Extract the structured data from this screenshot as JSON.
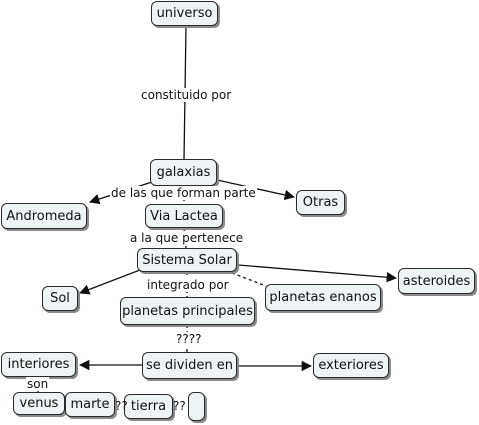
{
  "nodes": {
    "universo": "universo",
    "galaxias": "galaxias",
    "andromeda": "Andromeda",
    "via_lactea": "Via Lactea",
    "otras": "Otras",
    "sistema_solar": "Sistema Solar",
    "sol": "Sol",
    "planetas_enanos": "planetas enanos",
    "asteroides": "asteroides",
    "planetas_principales": "planetas principales",
    "se_dividen_en": "se dividen en",
    "interiores": "interiores",
    "exteriores": "exteriores",
    "venus": "venus",
    "marte": "marte",
    "tierra": "tierra",
    "empty": ""
  },
  "links": {
    "constituido_por": "constituido por",
    "de_las_que_forman_parte": "de las que forman parte",
    "a_la_que_pertenece": "a la que pertenece",
    "integrado_por": "integrado por",
    "question_marks": "????",
    "son": "son",
    "q1": "??",
    "q2": "??"
  },
  "colors": {
    "node_fill": "#eef3f5",
    "node_border": "#2b2b2b",
    "line": "#111111"
  }
}
